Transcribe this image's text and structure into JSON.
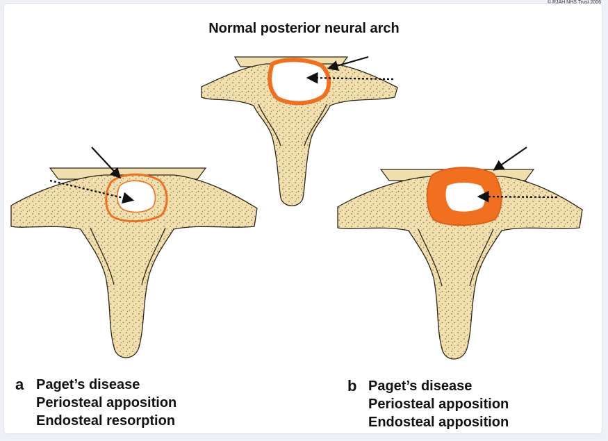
{
  "copyright": "© RJAH NHS Trust 2006",
  "title": "Normal posterior neural arch",
  "panels": {
    "a": {
      "letter": "a",
      "lines": [
        "Paget’s disease",
        "Periosteal apposition",
        "Endosteal resorption"
      ]
    },
    "b": {
      "letter": "b",
      "lines": [
        "Paget’s disease",
        "Periosteal apposition",
        "Endosteal apposition"
      ]
    }
  },
  "colors": {
    "bone": "#f1dfae",
    "bone_outline": "#2a2418",
    "cortex_orange": "#f07020",
    "background": "#ffffff"
  }
}
